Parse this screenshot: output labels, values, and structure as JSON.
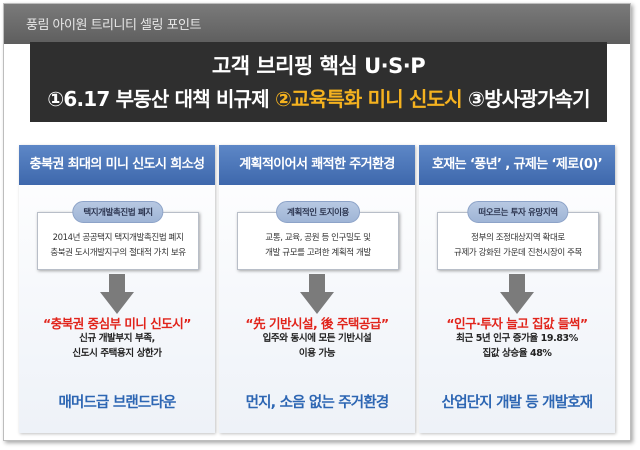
{
  "header": {
    "title": "풍림 아이원 트리니티 셀링 포인트"
  },
  "hero": {
    "line1": "고객 브리핑 핵심 U·S·P",
    "usp1": "①6.17 부동산 대책 비규제",
    "usp2": "②교육특화 미니 신도시",
    "usp3": "③방사광가속기"
  },
  "colors": {
    "accent": "#f5b21f",
    "header_blue": "#4a74b8",
    "highlight_red": "#e1241b",
    "footer_blue": "#2d66b3",
    "hero_dark": "#2f2f2f"
  },
  "columns": [
    {
      "header": "충북권 최대의 미니 신도시 희소성",
      "tag": "택지개발촉진법 폐지",
      "body": [
        "2014년 공공택지 택지개발촉진법 폐지",
        "충북권 도시개발지구의 절대적 가치 보유"
      ],
      "highlight": "“충북권 중심부 미니 신도시”",
      "details": [
        "신규 개발부지 부족,",
        "신도시 주택용지 상한가"
      ],
      "footer": "매머드급 브랜드타운"
    },
    {
      "header": "계획적이어서 쾌적한 주거환경",
      "tag": "계획적인 토지이용",
      "body": [
        "교통, 교육, 공원 등 인구밀도 및",
        "개발 규모를 고려한 계획적 개발"
      ],
      "highlight": "“先 기반시설, 後 주택공급”",
      "details": [
        "입주와 동시에 모든 기반시설",
        "이용 가능"
      ],
      "footer": "먼지, 소음 없는 주거환경"
    },
    {
      "header": "호재는 ‘풍년’ , 규제는 ‘제로(0)’",
      "tag": "떠오르는 투자 유망지역",
      "body": [
        "정부의 조정대상지역 확대로",
        "규제가 강화된 가운데 진천시장이 주목"
      ],
      "highlight": "“인구·투자 늘고 집값 들썩”",
      "details": [
        "최근 5년 인구 증가율 19.83%",
        "집값 상승율 48%"
      ],
      "footer": "산업단지 개발 등 개발호재"
    }
  ]
}
